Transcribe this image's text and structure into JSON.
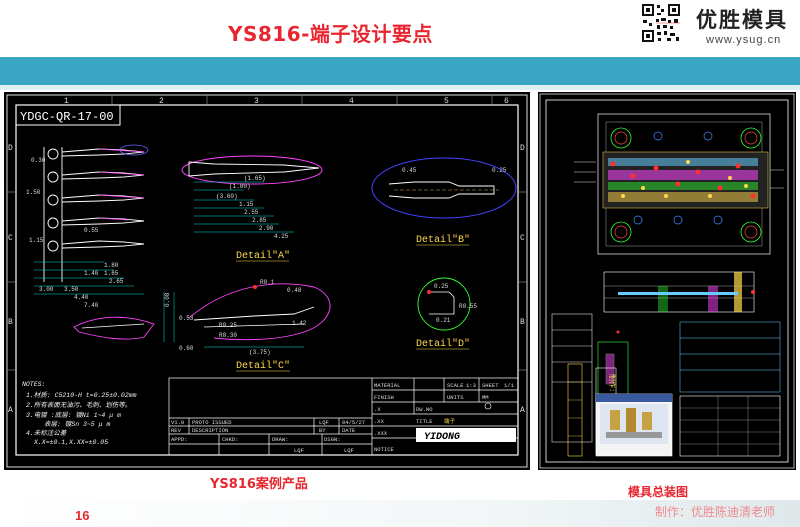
{
  "header": {
    "title": "YS816-端子设计要点",
    "brand": "优胜模具",
    "url": "www.ysug.cn"
  },
  "drawing_left": {
    "part_no": "YDGC-QR-17-00",
    "detail_a": "Detail\"A\"",
    "detail_b": "Detail\"B\"",
    "detail_c": "Detail\"C\"",
    "detail_d": "Detail\"D\"",
    "notes_title": "NOTES:",
    "notes": [
      "1.材质: C5210-H t=0.25±0.02mm",
      "2.所有表面无油污、毛刺、划伤等。",
      "3.电镀 :底层: 镀Ni 1~4 μ m",
      "表层: 镀Sn 3~5 μ m",
      "4.未标注公差",
      "X.X=±0.1,X.XX=±0.05"
    ],
    "grid_cols": [
      "1",
      "2",
      "3",
      "4",
      "5",
      "6"
    ],
    "grid_rows": [
      "D",
      "C",
      "B",
      "A"
    ],
    "title_block": {
      "material": "MATERIAL",
      "finish": "FINISH",
      "scale": "SCALE",
      "scale_val": "1:3",
      "sheet": "SHEET",
      "sheet_val": "1/1",
      "units": "UNITS",
      "units_val": "MM",
      "dwg_no": "DW.NO",
      "title": "TITLE",
      "title_val": "端子",
      "rev": "V1.0",
      "rev_desc": "PROTO ISSUED",
      "rev_by": "LQF",
      "rev_date": "04/5/27",
      "rev_hdr": "REV",
      "desc_hdr": "DESCRIPTION",
      "by_hdr": "BY",
      "date_hdr": "DATE",
      "appd": "APPD:",
      "chkd": "CHKD:",
      "draw": "DRAW:",
      "dsgn": "DSGN:",
      "draw_val": "LQF",
      "dsgn_val": "LQF",
      "tol_x": ".X",
      "tol_xx": ".XX",
      "tol_xxx": ".XXX",
      "notice": "NOTICE",
      "logo": "YIDONG"
    },
    "dims": [
      "0.30",
      "1.50",
      "0.55",
      "1.15",
      "1.80",
      "1.40",
      "1.65",
      "2.65",
      "3.00",
      "3.50",
      "4.40",
      "7.40",
      "(1.65)",
      "(1.80)",
      "(3.60)",
      "1.15",
      "2.55",
      "2.85",
      "2.90",
      "4.25",
      "0.45",
      "0.25",
      "0.08",
      "R0.25",
      "R0.30",
      "0.53",
      "0.60",
      "(3.75)",
      "1.42",
      "R0.1",
      "0.48",
      "0.25",
      "R0.55",
      "0.21"
    ]
  },
  "drawing_right": {
    "side_text": "制作: 优胜陈迪清老师"
  },
  "captions": {
    "left": "YS816案例产品",
    "right": "模具总装图"
  },
  "footer": {
    "page": "16",
    "author": "制作：优胜陈迪清老师"
  }
}
